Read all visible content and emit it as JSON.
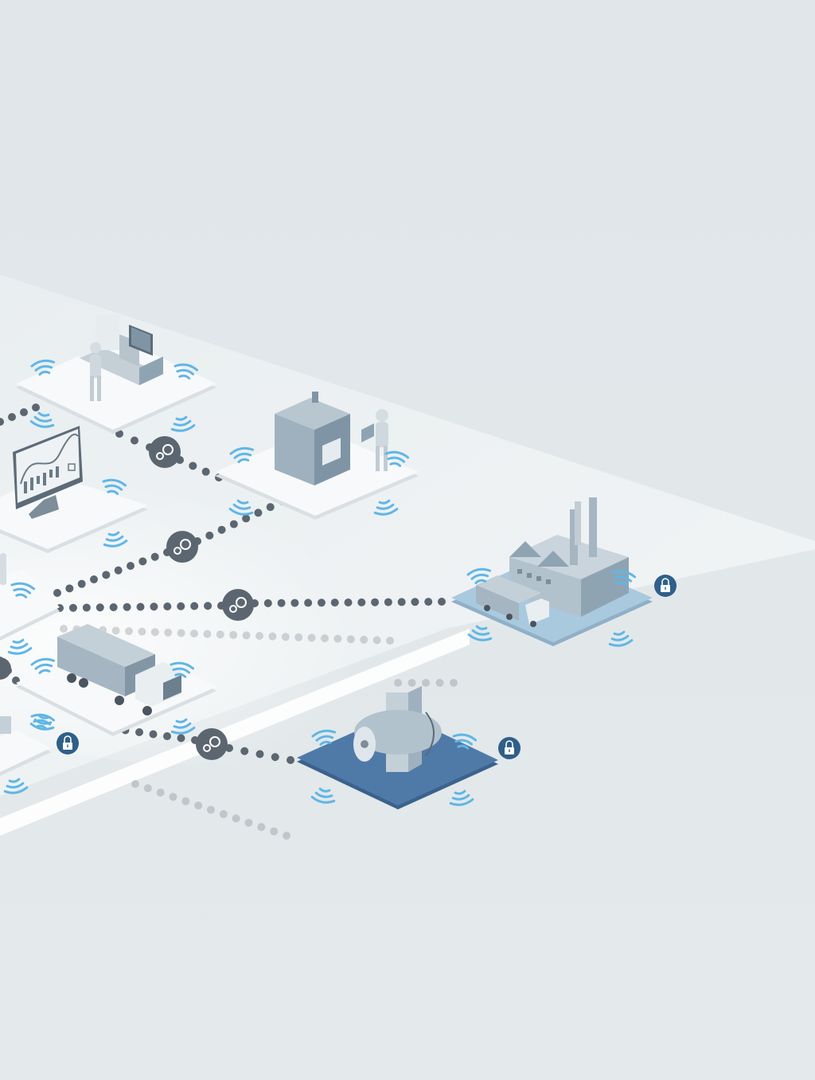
{
  "diagram": {
    "background": "#e3e8ea",
    "floor_color": "#eef2f3",
    "platform_color": "#f7f9fa",
    "platform_highlight_color": "#a9c9de",
    "platform_dark_color": "#4f7aa8",
    "connector_color": "#5b6670",
    "gear_badge_color": "#5b6670",
    "lock_badge_color": "#2f5f8a",
    "signal_color": "#5fb6e6",
    "nodes": [
      {
        "id": "workstation-operator",
        "icon": "workstation-with-operator-icon"
      },
      {
        "id": "monitoring-display",
        "icon": "monitor-chart-icon"
      },
      {
        "id": "machine-cabinet",
        "icon": "machine-cabinet-with-operator-icon"
      },
      {
        "id": "operator-partial",
        "icon": "person-icon"
      },
      {
        "id": "truck-logistics",
        "icon": "truck-icon"
      },
      {
        "id": "partial-bottom-node",
        "icon": "device-icon"
      },
      {
        "id": "factory-with-truck",
        "icon": "factory-icon",
        "secured": true
      },
      {
        "id": "motor-drive",
        "icon": "motor-icon",
        "secured": true
      }
    ],
    "connections": [
      {
        "from": "workstation-operator",
        "to": "machine-cabinet",
        "badge": "gear-icon"
      },
      {
        "from": "monitoring-display",
        "to": "machine-cabinet",
        "badge": "gear-icon"
      },
      {
        "from": "operator-partial",
        "to": "factory-with-truck",
        "badge": "gear-icon"
      },
      {
        "from": "truck-logistics",
        "to": "motor-drive",
        "badge": "gear-icon"
      }
    ],
    "lock_badges": [
      {
        "node": "factory-with-truck",
        "icon": "lock-icon"
      },
      {
        "node": "motor-drive",
        "icon": "lock-icon"
      },
      {
        "node": "truck-logistics",
        "icon": "lock-icon"
      }
    ]
  }
}
